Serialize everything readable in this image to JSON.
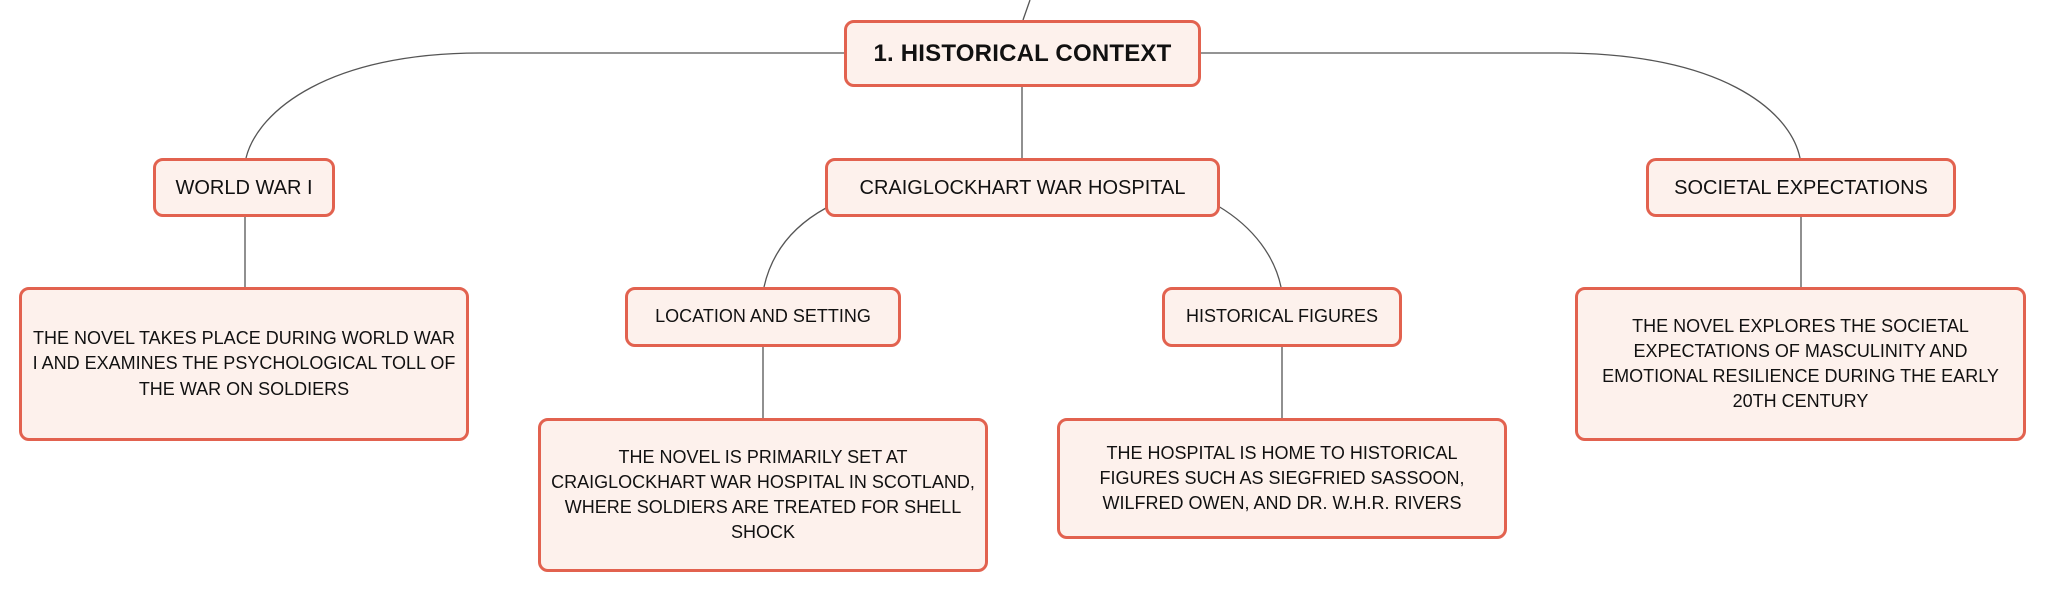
{
  "colors": {
    "node_fill": "#fdf1ec",
    "node_border": "#e2624f",
    "connector": "#555555",
    "text": "#111111"
  },
  "root": {
    "label": "1. HISTORICAL CONTEXT"
  },
  "topics": {
    "world_war_i": {
      "label": "WORLD WAR I",
      "detail": "THE NOVEL TAKES PLACE DURING WORLD WAR I AND EXAMINES THE PSYCHOLOGICAL TOLL OF THE WAR ON SOLDIERS"
    },
    "craiglockhart": {
      "label": "CRAIGLOCKHART WAR HOSPITAL",
      "location": {
        "label": "LOCATION AND SETTING",
        "detail": "THE NOVEL IS PRIMARILY SET AT CRAIGLOCKHART WAR HOSPITAL IN SCOTLAND, WHERE SOLDIERS ARE TREATED FOR SHELL SHOCK"
      },
      "figures": {
        "label": "HISTORICAL FIGURES",
        "detail": "THE HOSPITAL IS HOME TO HISTORICAL FIGURES SUCH AS SIEGFRIED SASSOON, WILFRED OWEN, AND DR. W.H.R. RIVERS"
      }
    },
    "societal": {
      "label": "SOCIETAL EXPECTATIONS",
      "detail": "THE NOVEL EXPLORES THE SOCIETAL EXPECTATIONS OF MASCULINITY AND EMOTIONAL RESILIENCE DURING THE EARLY 20TH CENTURY"
    }
  }
}
